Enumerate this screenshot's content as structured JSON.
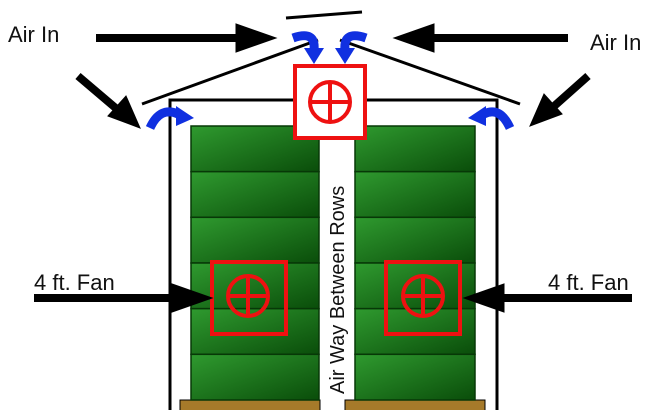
{
  "labels": {
    "air_in_left": "Air In",
    "air_in_right": "Air In",
    "fan_left": "4 ft. Fan",
    "fan_right": "4 ft. Fan",
    "airway": "Air Way Between Rows"
  },
  "icons": {
    "fan": "fan-symbol-icon",
    "airflow": "airflow-arrow-icon",
    "pointer": "pointer-arrow-icon"
  },
  "colors": {
    "fan_box": "#ee1111",
    "airflow": "#1030e0",
    "stack_dark": "#0a4d0a",
    "stack_light": "#2f9a2f",
    "pallet": "#a67a2a",
    "outline": "#000000"
  },
  "rows": {
    "left_layers": 6,
    "right_layers": 6
  }
}
